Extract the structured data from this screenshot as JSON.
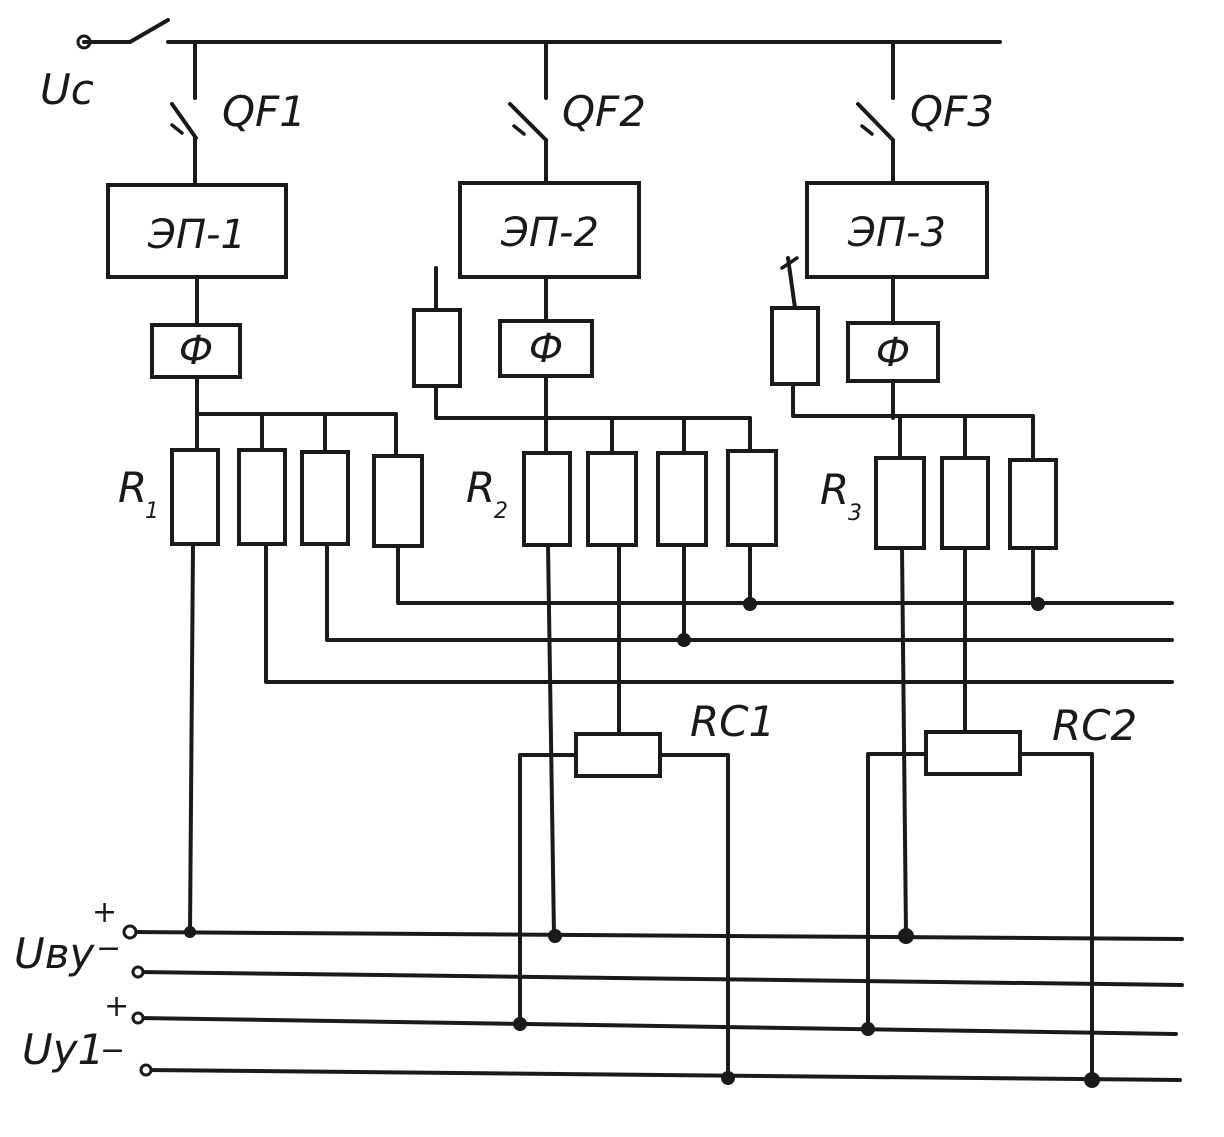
{
  "supply": {
    "label": "Uc"
  },
  "breakers": [
    {
      "label": "QF1"
    },
    {
      "label": "QF2"
    },
    {
      "label": "QF3"
    }
  ],
  "drives": [
    {
      "label": "ЭП-1"
    },
    {
      "label": "ЭП-2"
    },
    {
      "label": "ЭП-3"
    }
  ],
  "filters": [
    {
      "label": "Ф"
    },
    {
      "label": "Ф"
    },
    {
      "label": "Ф"
    }
  ],
  "resistor_groups": [
    {
      "label": "R",
      "index": "1"
    },
    {
      "label": "R",
      "index": "2"
    },
    {
      "label": "R",
      "index": "3"
    }
  ],
  "rc_circuits": [
    {
      "label": "RC1"
    },
    {
      "label": "RC2"
    }
  ],
  "outputs": {
    "vu": {
      "label": "Uву",
      "plus": "+",
      "minus": "−"
    },
    "u1": {
      "label": "Uу1",
      "plus": "+",
      "minus": "−"
    }
  }
}
